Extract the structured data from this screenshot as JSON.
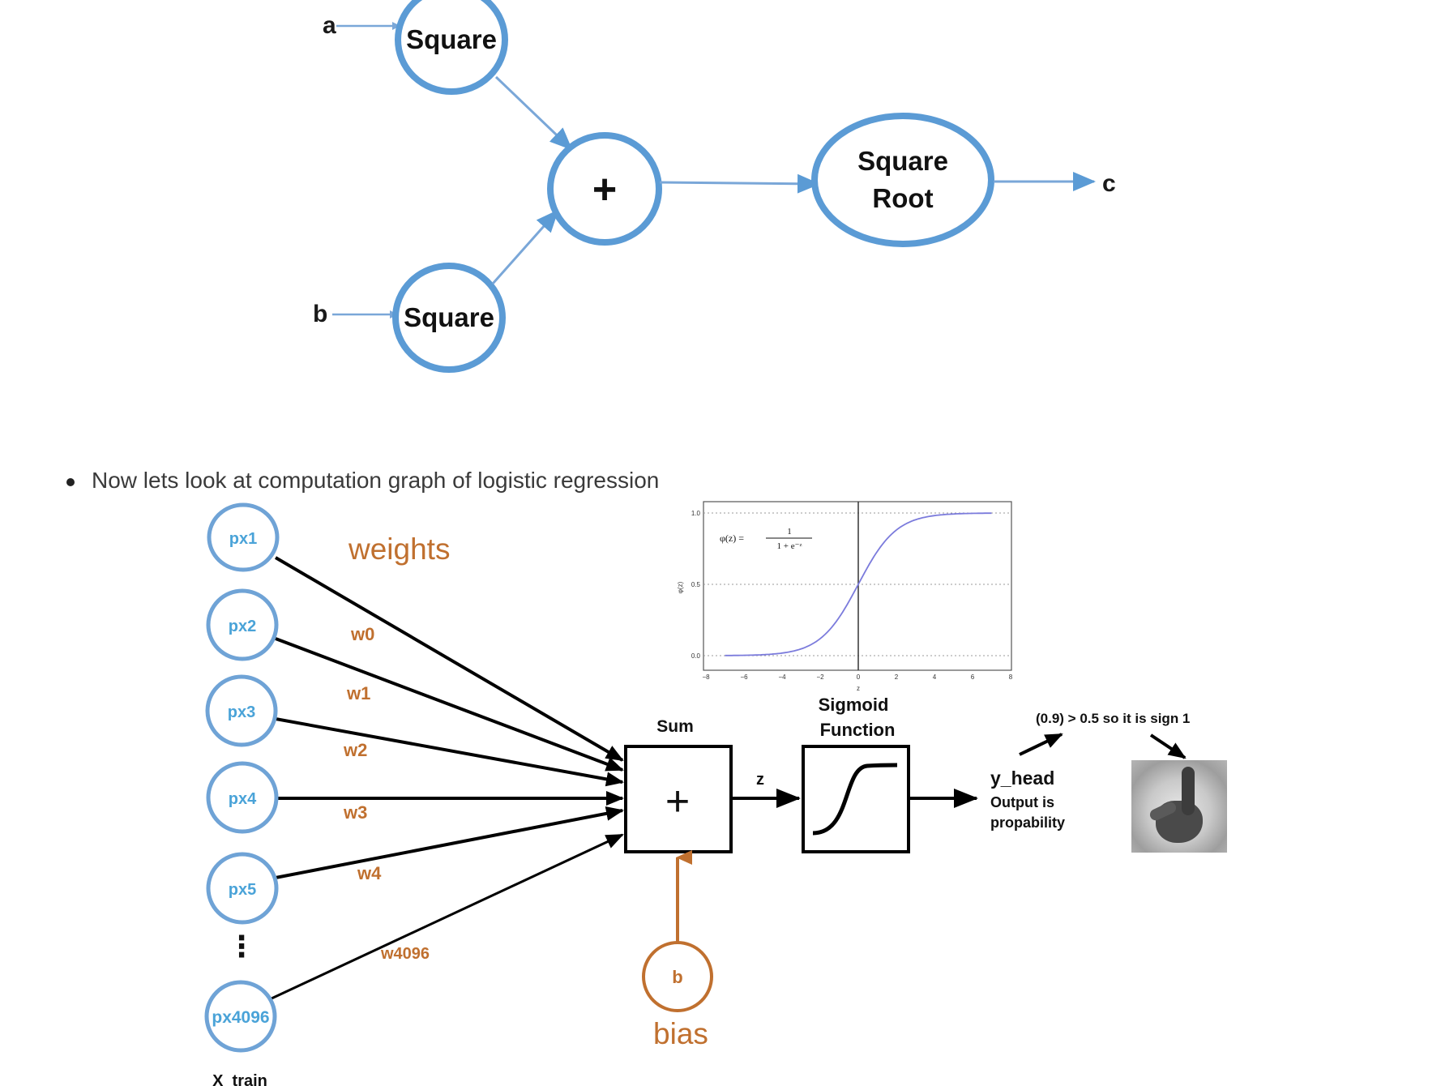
{
  "diagram1": {
    "input_a": "a",
    "input_b": "b",
    "square_top": "Square",
    "square_bottom": "Square",
    "plus": "+",
    "sqrt_line1": "Square",
    "sqrt_line2": "Root",
    "output_c": "c"
  },
  "bullet_text": "Now lets look at computation graph of logistic regression",
  "diagram2": {
    "inputs": [
      "px1",
      "px2",
      "px3",
      "px4",
      "px5",
      "px4096"
    ],
    "ellipsis": "⋮",
    "x_train_label": "X_train",
    "weights_title": "weights",
    "weights": [
      "w0",
      "w1",
      "w2",
      "w3",
      "w4",
      "w4096"
    ],
    "sum_label": "Sum",
    "plus": "+",
    "z_label": "z",
    "bias_node": "b",
    "bias_label": "bias",
    "sigmoid_line1": "Sigmoid",
    "sigmoid_line2": "Function",
    "yhead": "y_head",
    "output_line1": "Output is",
    "output_line2": "propability",
    "threshold_note": "(0.9) > 0.5 so it is sign 1",
    "sigmoid_plot": {
      "formula_lhs": "φ(z) =",
      "formula_num": "1",
      "formula_den": "1 + e⁻ᶻ",
      "ylabel": "φ(z)",
      "xlabel": "z",
      "y_ticks": [
        "1.0",
        "0.5",
        "0.0"
      ],
      "x_ticks": [
        "−8",
        "−6",
        "−4",
        "−2",
        "0",
        "2",
        "4",
        "6",
        "8"
      ],
      "curve_color": "#7b7bdc"
    }
  },
  "colors": {
    "node_blue": "#5b9bd5",
    "arrow_blue": "#7aa7d8",
    "input_text_blue": "#4aa3d8",
    "orange": "#c0702f",
    "black": "#000000"
  }
}
